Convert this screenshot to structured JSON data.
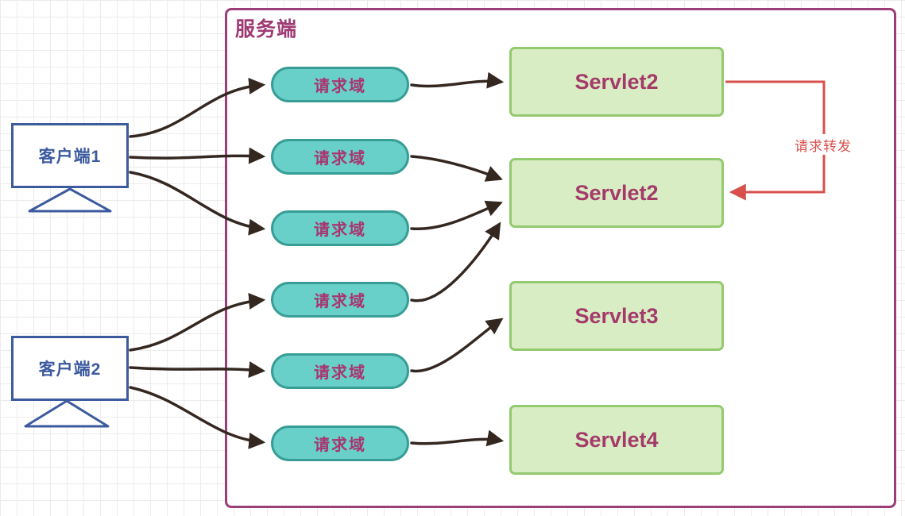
{
  "diagram": {
    "server": {
      "title": "服务端"
    },
    "clients": [
      {
        "label": "客户端1"
      },
      {
        "label": "客户端2"
      }
    ],
    "pills": [
      {
        "label": "请求域"
      },
      {
        "label": "请求域"
      },
      {
        "label": "请求域"
      },
      {
        "label": "请求域"
      },
      {
        "label": "请求域"
      },
      {
        "label": "请求域"
      }
    ],
    "servlets": [
      {
        "label": "Servlet2"
      },
      {
        "label": "Servlet2"
      },
      {
        "label": "Servlet3"
      },
      {
        "label": "Servlet4"
      }
    ],
    "forward": {
      "label": "请求转发"
    },
    "colors": {
      "server_border": "#9c3d78",
      "server_title": "#9e3a74",
      "pill_fill": "#69cfc9",
      "pill_border": "#379e95",
      "pill_text": "#a8356f",
      "servlet_fill": "#d9edc4",
      "servlet_border": "#93c96f",
      "servlet_text": "#a43a6a",
      "client_blue": "#3c5a9e",
      "arrow_dark": "#342720",
      "arrow_red": "#d8504d",
      "grid": "#ececec"
    },
    "connections": [
      {
        "from": "client-1",
        "to": "request-pill-1"
      },
      {
        "from": "client-1",
        "to": "request-pill-2"
      },
      {
        "from": "client-1",
        "to": "request-pill-3"
      },
      {
        "from": "client-2",
        "to": "request-pill-4"
      },
      {
        "from": "client-2",
        "to": "request-pill-5"
      },
      {
        "from": "client-2",
        "to": "request-pill-6"
      },
      {
        "from": "request-pill-1",
        "to": "servlet2-top"
      },
      {
        "from": "request-pill-2",
        "to": "servlet2-bottom"
      },
      {
        "from": "request-pill-3",
        "to": "servlet2-bottom"
      },
      {
        "from": "request-pill-4",
        "to": "servlet2-bottom"
      },
      {
        "from": "request-pill-5",
        "to": "servlet3"
      },
      {
        "from": "request-pill-6",
        "to": "servlet4"
      },
      {
        "from": "servlet2-top",
        "to": "servlet2-bottom",
        "label": "请求转发",
        "style": "red-orthogonal"
      }
    ]
  }
}
